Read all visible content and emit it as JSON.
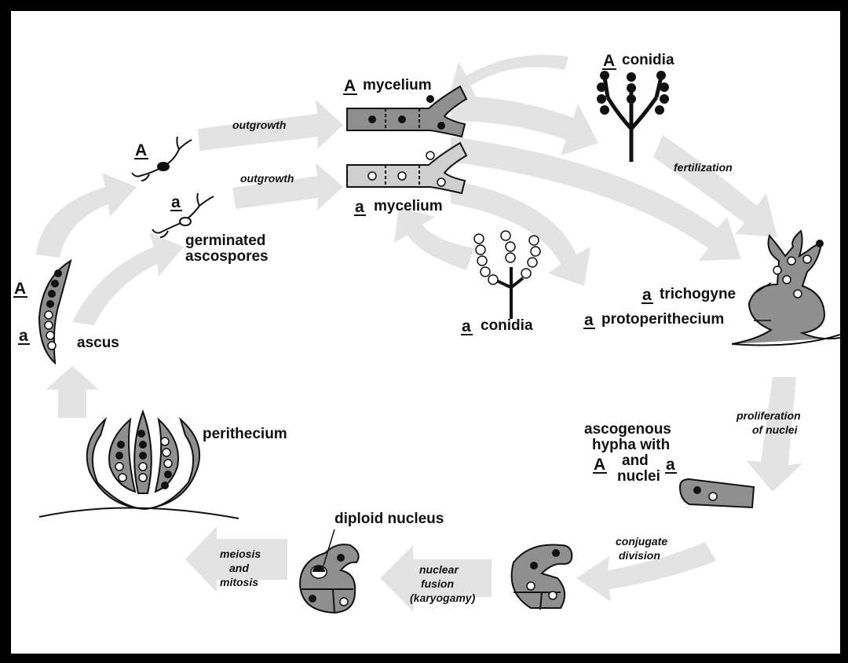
{
  "mating_type_A": "A",
  "mating_type_a": "a",
  "labels": {
    "A_mycelium": "mycelium",
    "a_mycelium": "mycelium",
    "A_conidia": "conidia",
    "a_conidia": "conidia",
    "fertilization": "fertilization",
    "trichogyne": "trichogyne",
    "protoperithecium": "protoperithecium",
    "proliferation_1": "proliferation",
    "proliferation_2": "of nuclei",
    "ascogenous_1": "ascogenous",
    "ascogenous_2": "hypha with",
    "ascogenous_and": "and",
    "ascogenous_nuclei": "nuclei",
    "conjugate_1": "conjugate",
    "conjugate_2": "division",
    "nuclear_1": "nuclear",
    "nuclear_2": "fusion",
    "nuclear_3": "(karyogamy)",
    "diploid": "diploid nucleus",
    "meiosis_1": "meiosis",
    "meiosis_2": "and",
    "meiosis_3": "mitosis",
    "perithecium": "perithecium",
    "ascus": "ascus",
    "germinated_1": "germinated",
    "germinated_2": "ascospores",
    "outgrowth_1": "outgrowth",
    "outgrowth_2": "outgrowth"
  },
  "colors": {
    "cell_fill": "#8f8f8f",
    "arrow": "#e3e3e3",
    "dark_nucleus": "#111111",
    "light_nucleus": "#ffffff"
  }
}
